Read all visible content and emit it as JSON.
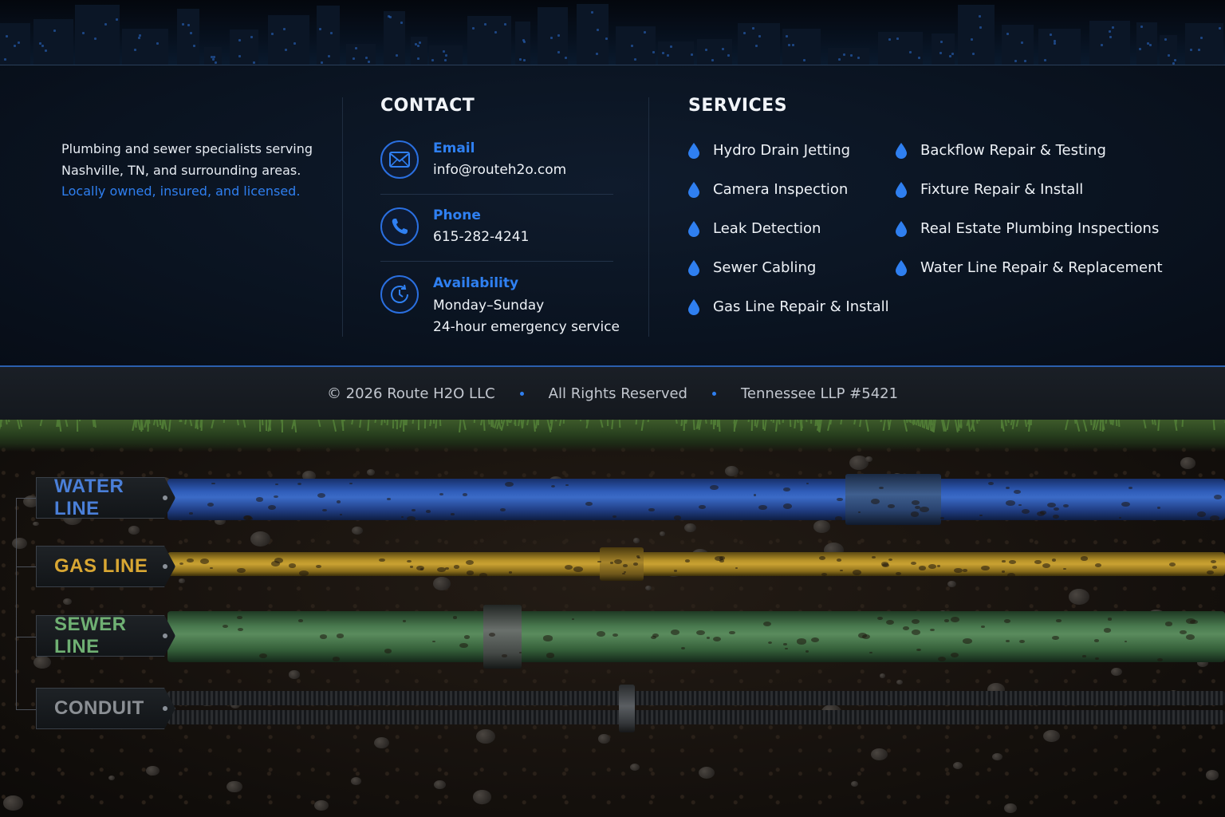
{
  "about": {
    "line1": "Plumbing and sewer specialists serving",
    "line2": "Nashville, TN, and surrounding areas.",
    "line3": "Locally owned, insured, and licensed."
  },
  "contact": {
    "title": "CONTACT",
    "email": {
      "label": "Email",
      "value": "info@routeh2o.com"
    },
    "phone": {
      "label": "Phone",
      "value": "615-282-4241"
    },
    "availability": {
      "label": "Availability",
      "value1": "Monday–Sunday",
      "value2": "24-hour emergency service"
    }
  },
  "services": {
    "title": "SERVICES",
    "left": [
      "Hydro Drain Jetting",
      "Camera Inspection",
      "Leak Detection",
      "Sewer Cabling",
      "Gas Line Repair & Install"
    ],
    "right": [
      "Backflow Repair & Testing",
      "Fixture Repair & Install",
      "Real Estate Plumbing Inspections",
      "Water Line Repair & Replacement"
    ]
  },
  "copyright": {
    "company": "© 2026 Route H2O LLC",
    "rights": "All Rights Reserved",
    "license": "Tennessee LLP #5421"
  },
  "pipes": {
    "water": "WATER LINE",
    "gas": "GAS LINE",
    "sewer": "SEWER LINE",
    "conduit": "CONDUIT"
  },
  "colors": {
    "accent": "#2f7ff0",
    "water": "#4a7fd8",
    "gas": "#d9a733",
    "sewer": "#6fb073",
    "conduit": "#8b8f94"
  },
  "icons": {
    "email": "envelope-icon",
    "phone": "phone-icon",
    "availability": "clock-24h-icon",
    "service": "water-drop-icon"
  }
}
